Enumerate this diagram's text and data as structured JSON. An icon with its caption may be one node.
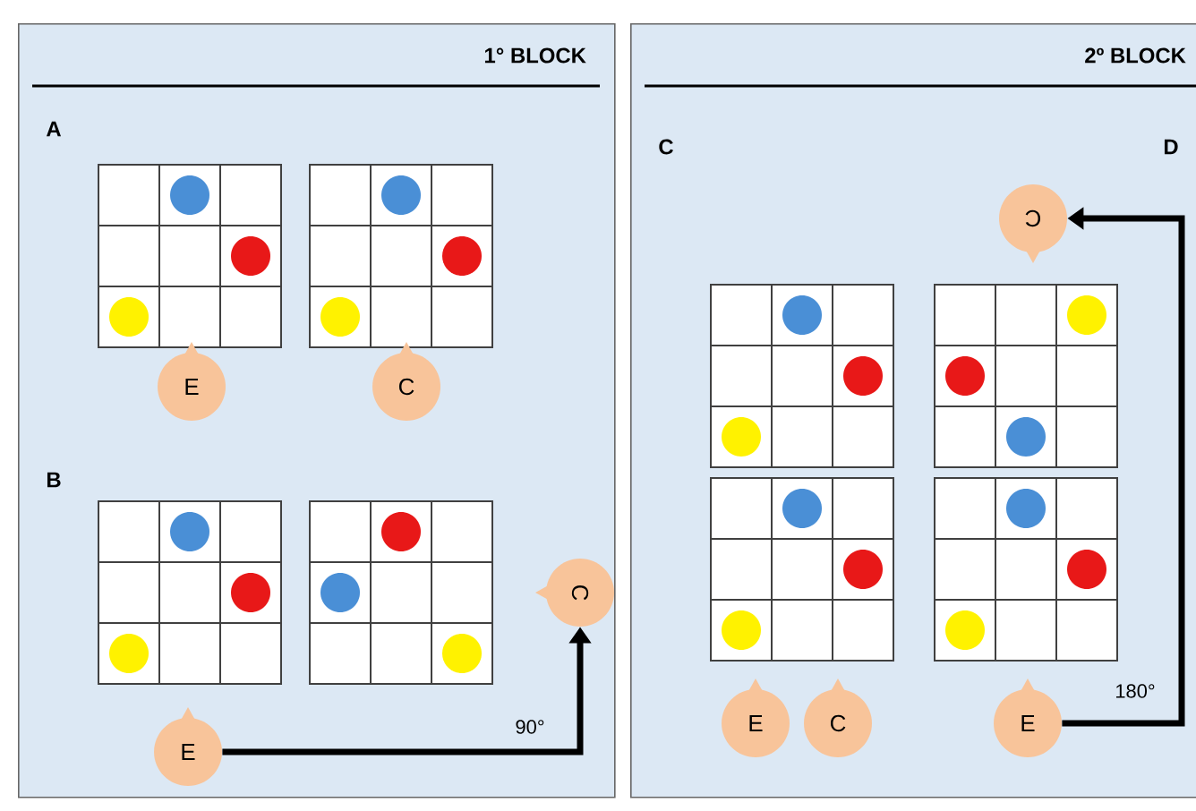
{
  "diagram": {
    "nodes": [
      {
        "text": [
          "1° BLOCK"
        ]
      },
      {
        "text": [
          "E"
        ],
        "in": 0
      },
      {
        "text": [
          "C"
        ],
        "in": 0
      },
      {
        "text": [
          "E"
        ],
        "in": 0
      },
      {
        "text": [
          "C"
        ],
        "in": 0
      },
      {
        "text": [
          "2º BLOCK"
        ]
      },
      {
        "text": [
          "C"
        ],
        "in": 5
      },
      {
        "text": [
          "E"
        ],
        "in": 5
      },
      {
        "text": [
          "C"
        ],
        "in": 5
      },
      {
        "text": [
          "E"
        ],
        "in": 5
      }
    ],
    "edges": [
      {
        "from": 3,
        "to": 4,
        "arrow": "to",
        "label": "90°"
      },
      {
        "from": 9,
        "to": 6,
        "arrow": "to",
        "label": "180°"
      }
    ],
    "labels": [
      "A",
      "B",
      "C",
      "D"
    ]
  }
}
